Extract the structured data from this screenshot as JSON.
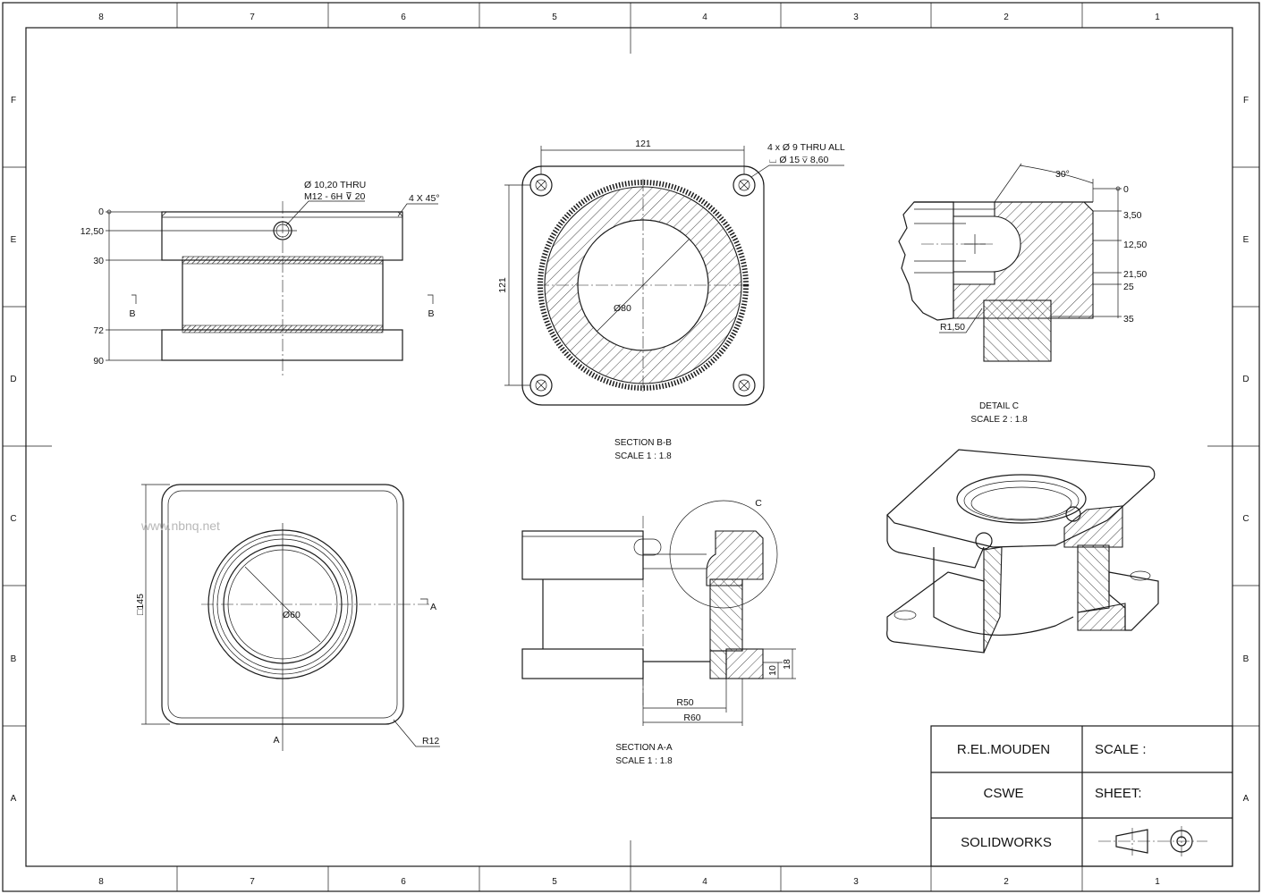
{
  "zones": {
    "columns": [
      "8",
      "7",
      "6",
      "5",
      "4",
      "3",
      "2",
      "1"
    ],
    "rows": [
      "F",
      "E",
      "D",
      "C",
      "B",
      "A"
    ]
  },
  "watermark": "www.nbnq.net",
  "views": {
    "front": {
      "hole_callout_1": "Ø 10,20 THRU",
      "hole_callout_2": "M12 - 6H ⊽ 20",
      "chamfer": "4 X 45°",
      "ordinates": [
        "0",
        "12,50",
        "30",
        "72",
        "90"
      ],
      "section_marker": "B"
    },
    "section_bb": {
      "width_dim": "121",
      "height_dim": "121",
      "diameter": "Ø80",
      "hole_callout_1": "4 x Ø 9 THRU ALL",
      "hole_callout_2": "⌴ Ø 15 ⊽ 8,60",
      "title": "SECTION B-B",
      "scale": "SCALE 1 : 1.8"
    },
    "detail_c": {
      "angle": "30°",
      "ordinates": [
        "0",
        "3,50",
        "12,50",
        "21,50",
        "25",
        "35"
      ],
      "radius": "R1,50",
      "title": "DETAIL C",
      "scale": "SCALE 2 : 1.8"
    },
    "top": {
      "square": "□145",
      "diameter": "Ø60",
      "radius": "R12",
      "section_marker": "A"
    },
    "section_aa": {
      "detail_marker": "C",
      "r50": "R50",
      "r60": "R60",
      "dim10": "10",
      "dim18": "18",
      "title": "SECTION A-A",
      "scale": "SCALE 1 : 1.8"
    }
  },
  "title_block": {
    "author": "R.EL.MOUDEN",
    "scale_label": "SCALE :",
    "project": "CSWE",
    "sheet_label": "SHEET:",
    "software": "SOLIDWORKS"
  }
}
